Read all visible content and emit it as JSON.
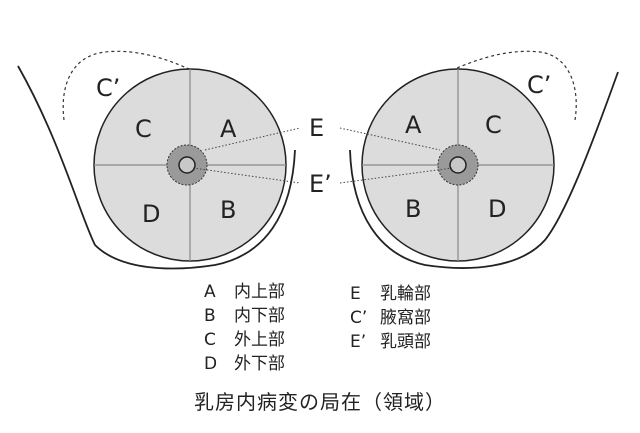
{
  "diagram": {
    "left_breast": {
      "upper_inner": "A",
      "lower_inner": "B",
      "upper_outer": "C",
      "lower_outer": "D",
      "axillary": "C’"
    },
    "right_breast": {
      "upper_inner": "A",
      "lower_inner": "B",
      "upper_outer": "C",
      "lower_outer": "D",
      "axillary": "C’"
    },
    "callouts": {
      "areola": "E",
      "nipple": "E’"
    }
  },
  "legend": {
    "left_column": [
      {
        "code": "A",
        "label": "内上部"
      },
      {
        "code": "B",
        "label": "内下部"
      },
      {
        "code": "C",
        "label": "外上部"
      },
      {
        "code": "D",
        "label": "外下部"
      }
    ],
    "right_column": [
      {
        "code": "E",
        "label": "乳輪部"
      },
      {
        "code": "C’",
        "label": "腋窩部"
      },
      {
        "code": "E’",
        "label": "乳頭部"
      }
    ]
  },
  "caption": "乳房内病変の局在（領域）",
  "colors": {
    "circle_fill": "#dcdcdc",
    "outline": "#222222",
    "divider": "#888888"
  }
}
